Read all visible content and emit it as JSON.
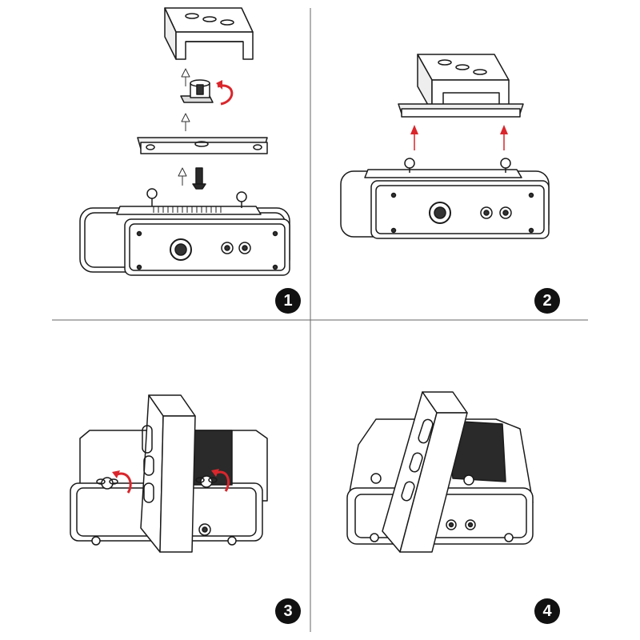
{
  "steps": [
    {
      "number": "1"
    },
    {
      "number": "2"
    },
    {
      "number": "3"
    },
    {
      "number": "4"
    }
  ],
  "colors": {
    "line": "#1a1a1a",
    "arrow_red": "#d9262c",
    "fill_white": "#ffffff",
    "fill_gray": "#e9e9e9",
    "fill_dark": "#2a2a2a",
    "divider": "#666666",
    "badge_fill": "#111111"
  },
  "icons": {
    "rotation": "red-rotation-arrow-icon",
    "direction": "up-arrow-icon",
    "bolt": "bolt-icon",
    "eyebolt": "eyebolt-icon"
  }
}
